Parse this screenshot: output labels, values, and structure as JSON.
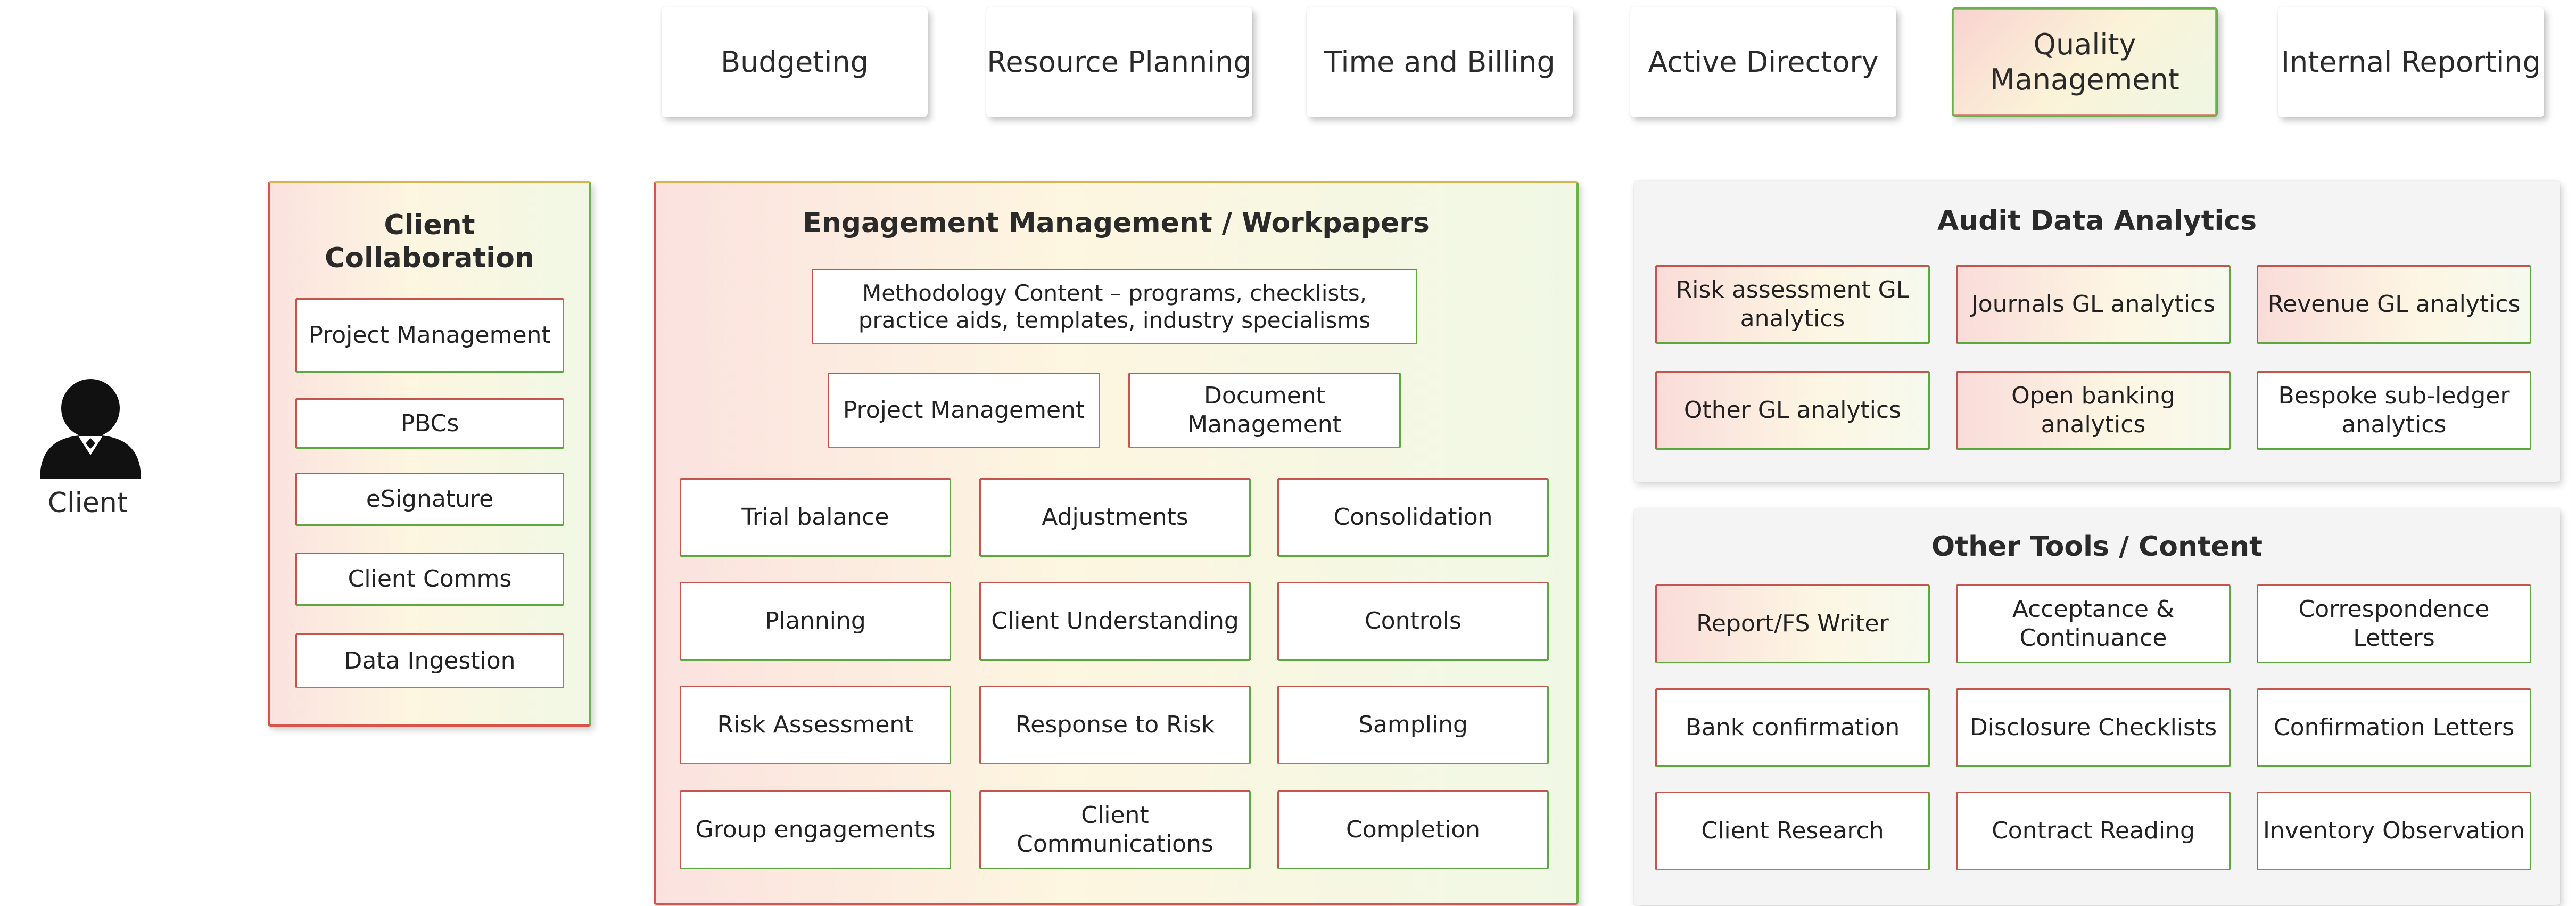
{
  "top_row": [
    "Budgeting",
    "Resource Planning",
    "Time and Billing",
    "Active Directory",
    "Quality Management",
    "Internal Reporting"
  ],
  "client": {
    "label": "Client",
    "icon": "person-icon"
  },
  "client_collaboration": {
    "title": "Client Collaboration",
    "items": [
      "Project Management",
      "PBCs",
      "eSignature",
      "Client Comms",
      "Data Ingestion"
    ]
  },
  "engagement": {
    "title": "Engagement Management / Workpapers",
    "methodology": "Methodology Content  – programs, checklists, practice aids, templates, industry specialisms",
    "management": [
      "Project Management",
      "Document Management"
    ],
    "grid": [
      [
        "Trial balance",
        "Adjustments",
        "Consolidation"
      ],
      [
        "Planning",
        "Client Understanding",
        "Controls"
      ],
      [
        "Risk Assessment",
        "Response to Risk",
        "Sampling"
      ],
      [
        "Group engagements",
        "Client Communications",
        "Completion"
      ]
    ]
  },
  "audit_analytics": {
    "title": "Audit Data Analytics",
    "grid": [
      [
        "Risk assessment GL analytics",
        "Journals GL analytics",
        "Revenue GL analytics"
      ],
      [
        "Other GL analytics",
        "Open banking analytics",
        "Bespoke sub-ledger analytics"
      ]
    ]
  },
  "other_tools": {
    "title": "Other Tools / Content",
    "grid": [
      [
        "Report/FS Writer",
        "Acceptance & Continuance",
        "Correspondence Letters"
      ],
      [
        "Bank confirmation",
        "Disclosure Checklists",
        "Confirmation Letters"
      ],
      [
        "Client Research",
        "Contract Reading",
        "Inventory Observation"
      ]
    ]
  },
  "colors": {
    "red": "#d8534a",
    "green": "#6cb24a",
    "amber": "#d9b34c"
  }
}
